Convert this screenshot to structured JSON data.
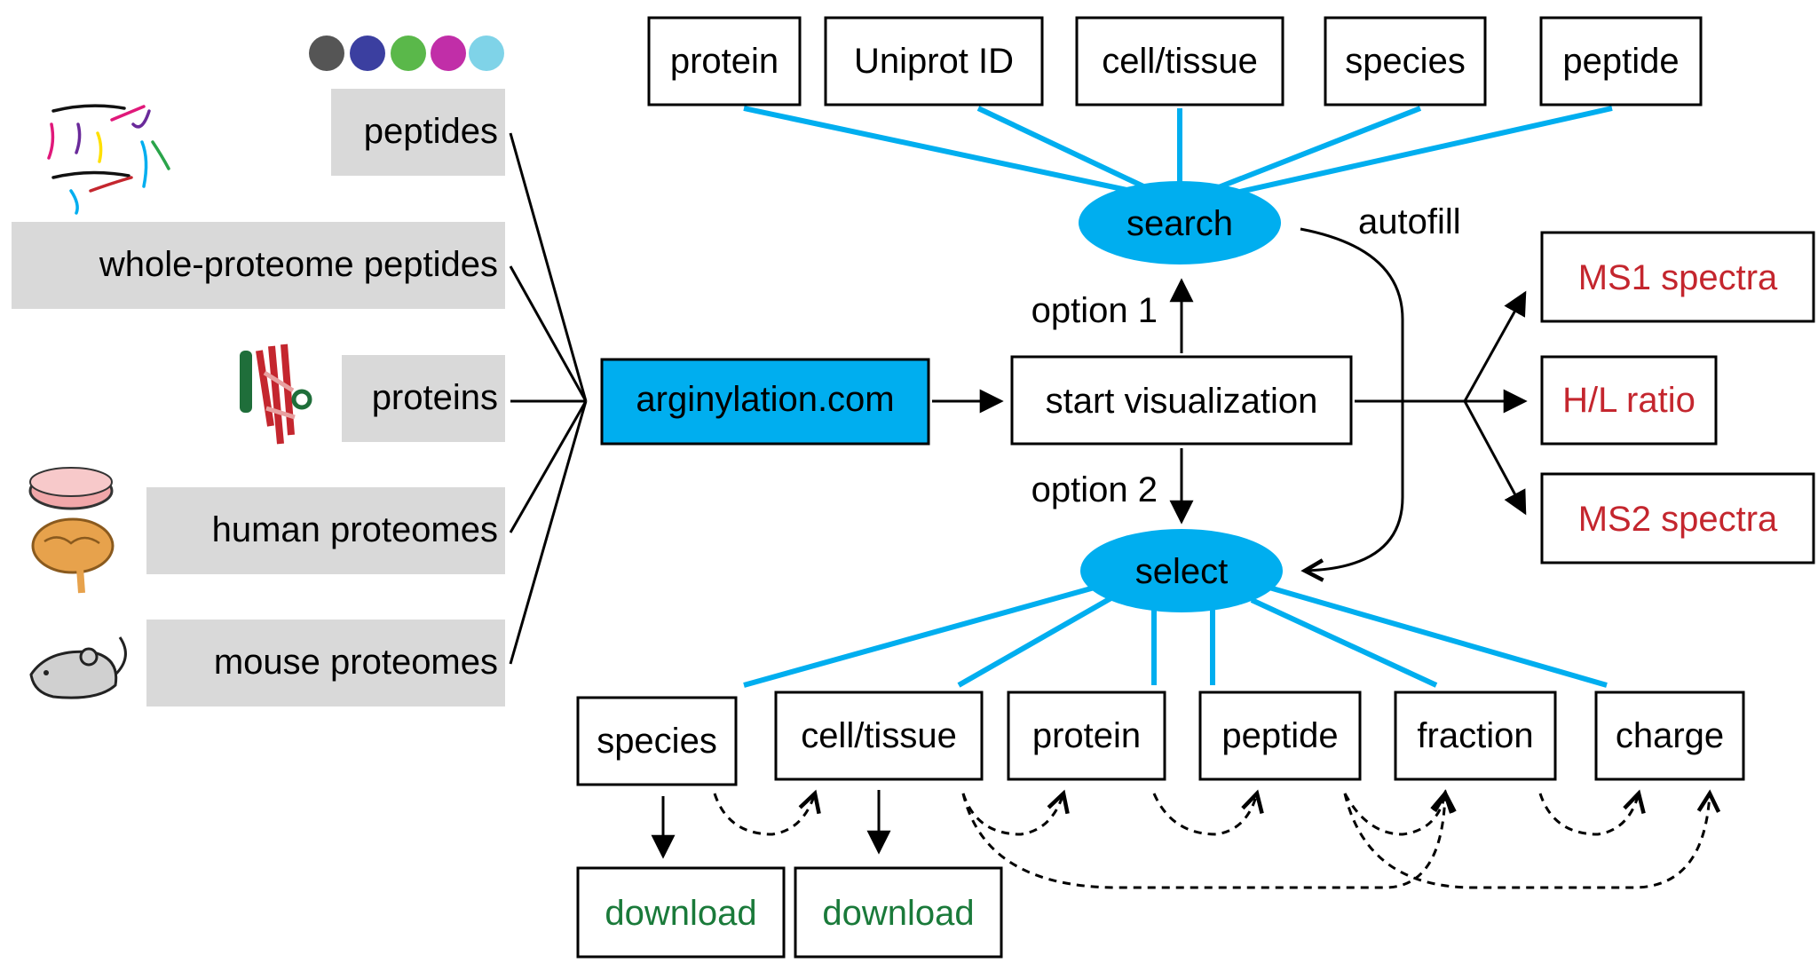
{
  "sources": {
    "peptides": "peptides",
    "whole_proteome": "whole-proteome peptides",
    "proteins": "proteins",
    "human": "human proteomes",
    "mouse": "mouse proteomes"
  },
  "site": "arginylation.com",
  "start": "start visualization",
  "option1": "option 1",
  "option2": "option 2",
  "search": "search",
  "select": "select",
  "autofill": "autofill",
  "search_fields": [
    "protein",
    "Uniprot ID",
    "cell/tissue",
    "species",
    "peptide"
  ],
  "select_fields": [
    "species",
    "cell/tissue",
    "protein",
    "peptide",
    "fraction",
    "charge"
  ],
  "outputs": [
    "MS1 spectra",
    "H/L ratio",
    "MS2 spectra"
  ],
  "downloads": [
    "download",
    "download"
  ],
  "colors": {
    "blue": "#00aeef",
    "gray_box": "#d9d9d9",
    "red_text": "#c4262e",
    "green_text": "#1a7a3a",
    "black": "#000000"
  },
  "icons": [
    "colored-beads-icon",
    "peptide-strands-icon",
    "protein-structure-icon",
    "petri-dish-icon",
    "brain-icon",
    "mouse-icon"
  ]
}
